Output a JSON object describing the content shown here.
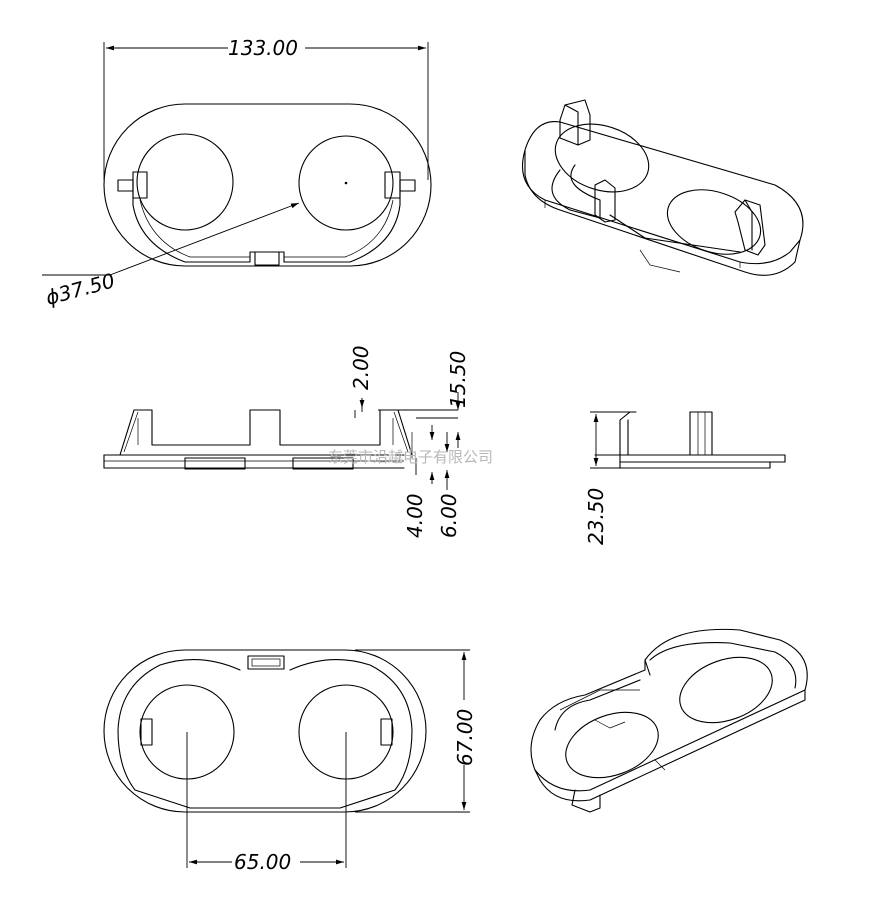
{
  "dimensions": {
    "overall_length": "133.00",
    "diameter": "ϕ37.50",
    "clip_gap": "2.00",
    "clip_height": "15.50",
    "base_step": "4.00",
    "base_thickness": "6.00",
    "side_height": "23.50",
    "overall_width": "67.00",
    "pitch": "65.00"
  },
  "watermark": "东莞市沿越电子有限公司",
  "colors": {
    "line": "#000000",
    "watermark": "#b8b8b8",
    "background": "#ffffff"
  }
}
